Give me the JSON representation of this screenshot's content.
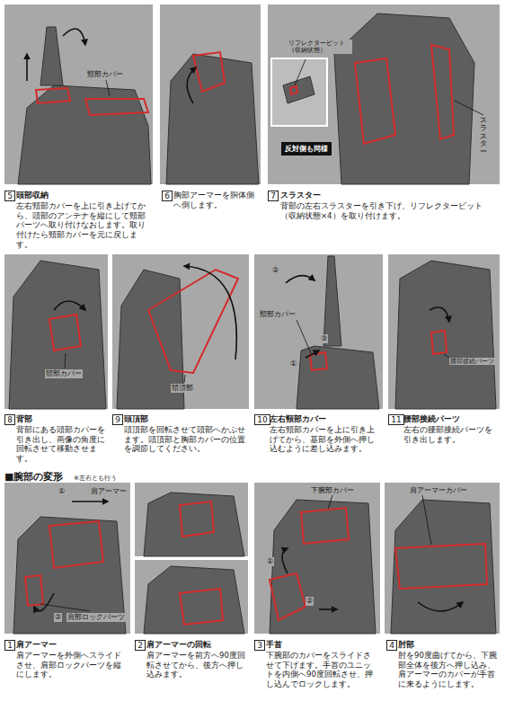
{
  "diagram": {
    "nodes": [
      {
        "text": [
          "5"
        ]
      },
      {
        "text": [
          "6"
        ]
      },
      {
        "text": [
          "反対側も同様"
        ]
      },
      {
        "text": [
          "7"
        ]
      },
      {
        "text": [
          "8"
        ]
      },
      {
        "text": [
          "9"
        ]
      },
      {
        "text": [
          "10"
        ]
      },
      {
        "text": [
          "11"
        ]
      },
      {
        "text": [
          "1"
        ]
      },
      {
        "text": [
          "2"
        ]
      },
      {
        "text": [
          "3"
        ]
      },
      {
        "text": [
          "4"
        ]
      }
    ],
    "labels": [
      "頸部カバー",
      "頭部収納",
      "左右頸部カバーを上に引き上げてから、頭部のアンテナを縦にして頸部パーツへ取り付けなおします。取り付けたら頸部カバーを元に戻します。",
      "胸部アーマーを胴体側へ倒します。",
      "リフレクタービット（収納状態）",
      "スラスター",
      "スラスター",
      "背部の左右スラスターを引き下げ、リフレクタービット（収納状態×4）を取り付けます。",
      "頭部カバー",
      "背部",
      "背部にある頭部カバーを引き出し、画像の角度に回転させて移動させます。",
      "頭頂部",
      "頭頂部",
      "頭頂部を回転させて頭部へかぶせます。頭頂部と胸部カバーの位置を調節してください。",
      "②",
      "頸部カバー",
      "③",
      "①",
      "左右頸部カバー",
      "左右頸部カバーを上に引き上げてから、基部を外側へ押し込むように差し込みます。",
      "腰部接続パーツ",
      "腰部接続パーツ",
      "左右の腰部接続パーツを引き出します。",
      "■腕部の変形",
      "※左右とも行う",
      "①",
      "肩アーマー",
      "②",
      "肩部ロックパーツ",
      "肩アーマー",
      "肩アーマーを外側へスライドさせ、肩部ロックパーツを縦にします。",
      "肩アーマーの回転",
      "肩アーマーを前方へ90度回転させてから、後方へ押し込みます。",
      "下腕部カバー",
      "①",
      "②",
      "手首",
      "下腕部のカバーをスライドさせて下げます。手首のユニットを内側へ90度回転させ、押し込んでロックします。",
      "肩アーマーカバー",
      "肘部",
      "肘を90度曲げてから、下腕部全体を後方へ押し込み、肩アーマーのカバーが手首に来るようにします。"
    ]
  }
}
